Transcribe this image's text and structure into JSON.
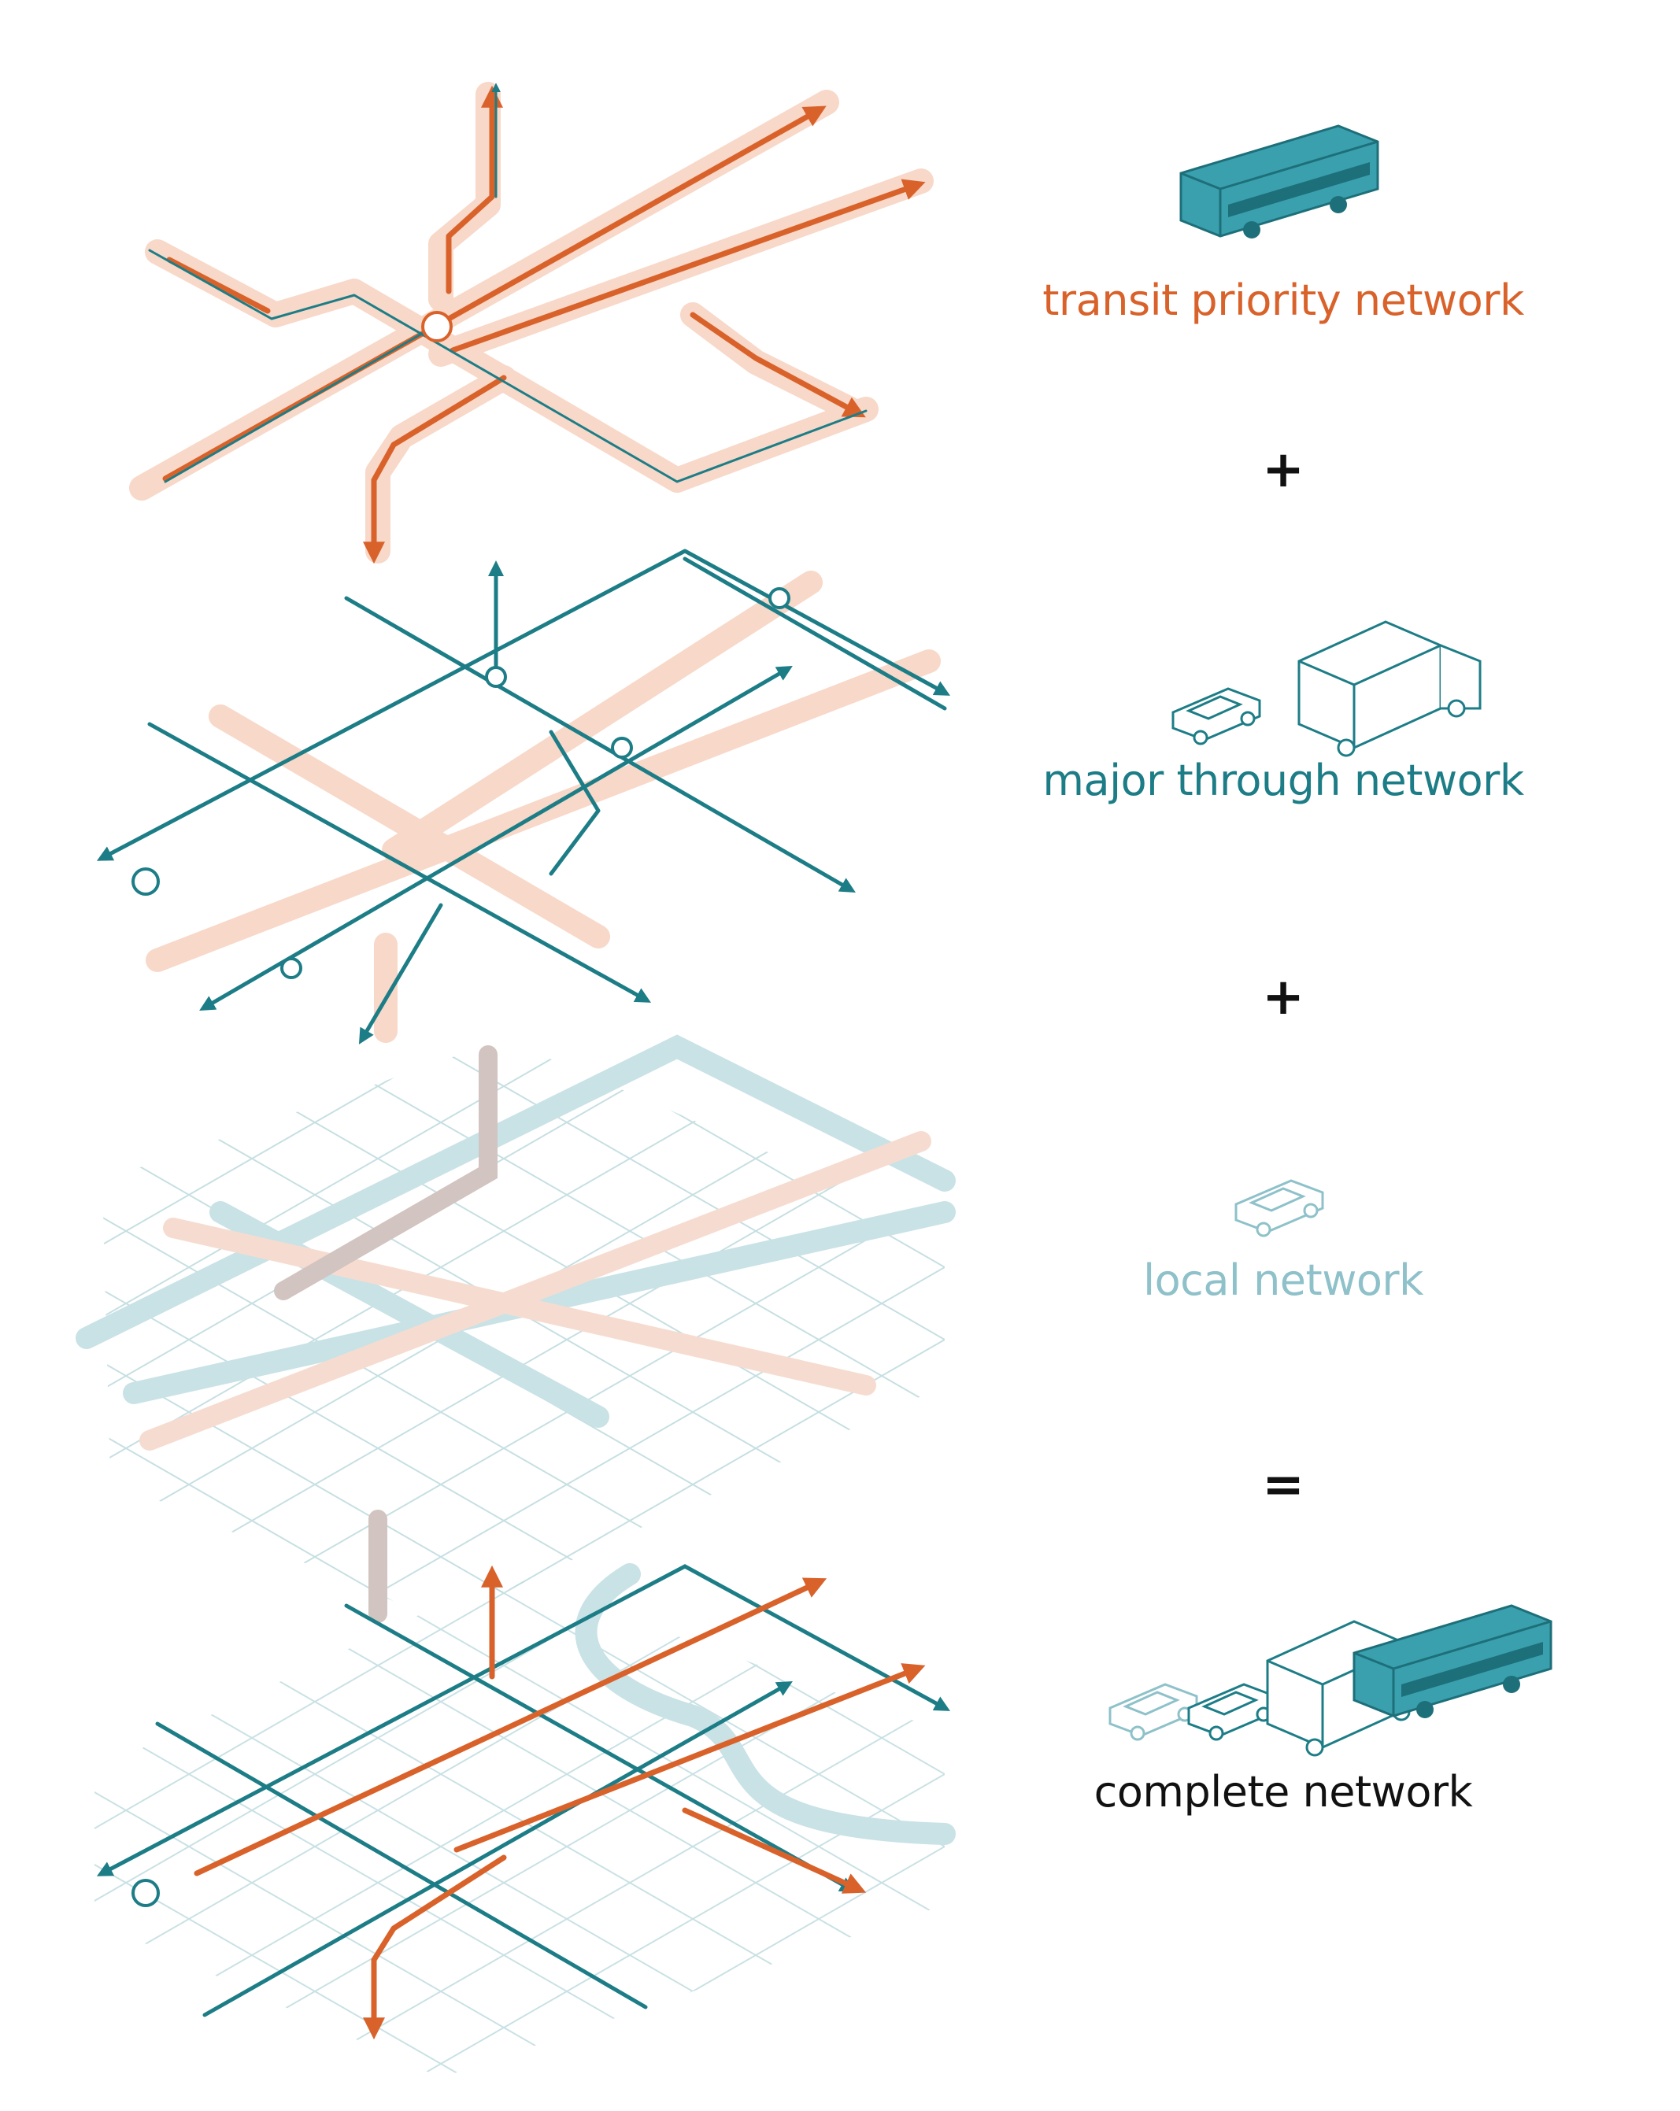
{
  "layers": [
    {
      "id": "transit",
      "label": "transit priority network",
      "color": "#d9622b",
      "icon": "bus-icon"
    },
    {
      "id": "major",
      "label": "major through network",
      "color": "#1d7d87",
      "icon": "car-and-truck-icon"
    },
    {
      "id": "local",
      "label": "local network",
      "color": "#8ec1c9",
      "icon": "car-icon"
    },
    {
      "id": "complete",
      "label": "complete network",
      "color": "#111111",
      "icon": "all-vehicles-icon"
    }
  ],
  "operators": [
    "+",
    "+",
    "="
  ],
  "colors": {
    "transit": "#d9622b",
    "transit_halo": "#f8d8c8",
    "major": "#1d7d87",
    "local_line": "#a9d0d5",
    "local_halo": "#c9e2e6",
    "bus_body": "#3aa0ae",
    "bus_dark": "#1d6f79"
  }
}
